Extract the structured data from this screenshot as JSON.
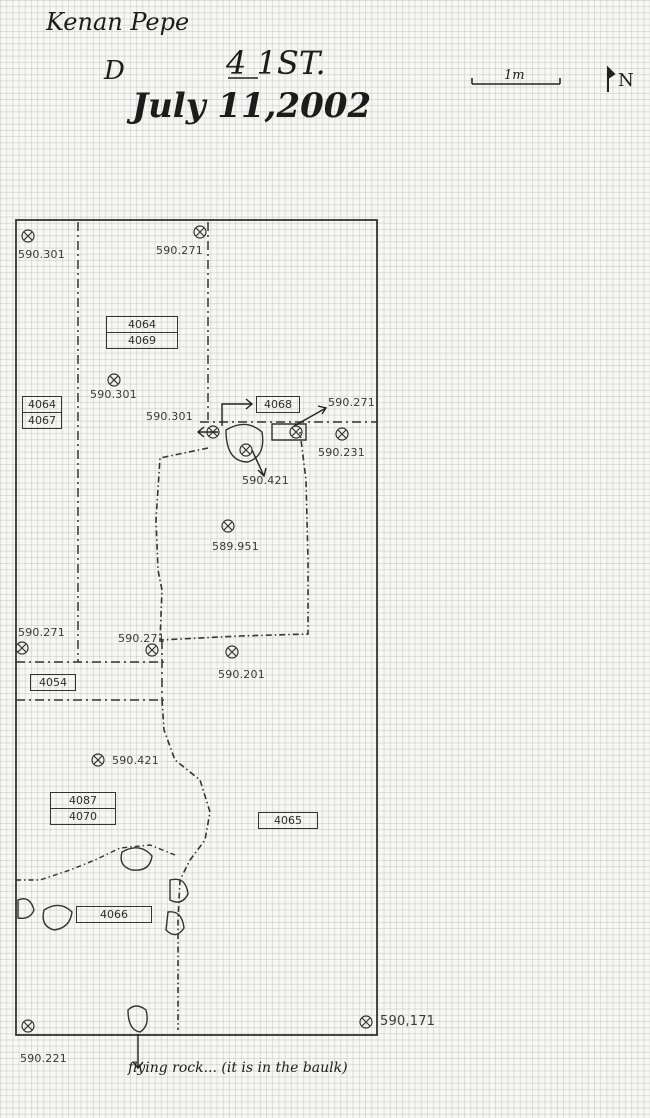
{
  "header": {
    "excavator": "Kenan Pepe",
    "unit": "D",
    "level": "4 1ST.",
    "date": "July 11,2002",
    "scale_label": "1m",
    "north_label": "N"
  },
  "contexts": {
    "c4064_4069": [
      "4064",
      "4069"
    ],
    "c4064_4067": [
      "4064",
      "4067"
    ],
    "c4068": "4068",
    "c4054": "4054",
    "c4087_4070": [
      "4087",
      "4070"
    ],
    "c4065": "4065",
    "c4066": "4066"
  },
  "elevations": {
    "nw_corner": "590.301",
    "n_mid": "590.271",
    "center_left": "590.301",
    "feature_west": "590.301",
    "feature_ne": "590.271",
    "feature_e": "590.231",
    "feature_s": "590.421",
    "pit_center": "589.951",
    "west_edge": "590.271",
    "mid_junction": "590.271",
    "south_pit": "590.201",
    "southwest": "590.421",
    "se_corner": "590,171",
    "sw_corner": "590.221"
  },
  "notes": {
    "flying_rock": "flying rock... (it is in the baulk)"
  }
}
